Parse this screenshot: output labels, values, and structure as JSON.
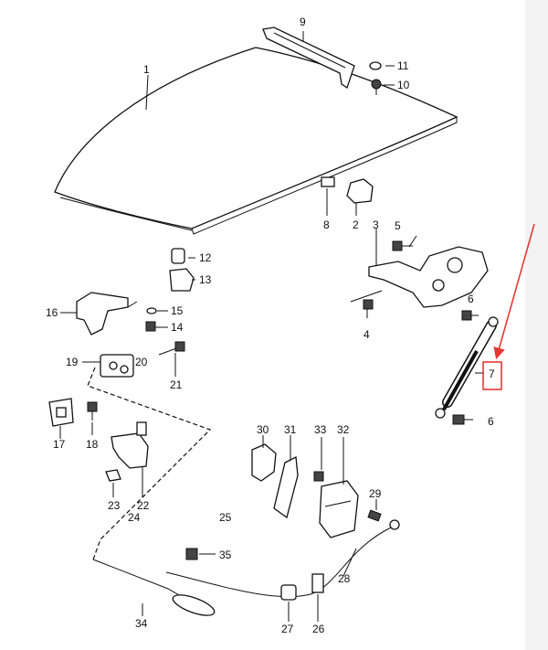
{
  "diagram": {
    "callouts": [
      "1",
      "2",
      "3",
      "4",
      "5",
      "6",
      "6",
      "7",
      "8",
      "9",
      "10",
      "11",
      "12",
      "13",
      "14",
      "15",
      "16",
      "17",
      "18",
      "19",
      "20",
      "21",
      "22",
      "23",
      "24",
      "25",
      "26",
      "27",
      "28",
      "29",
      "30",
      "31",
      "32",
      "33",
      "34",
      "35"
    ],
    "highlight": {
      "label": "7",
      "color": "#e53935"
    }
  }
}
